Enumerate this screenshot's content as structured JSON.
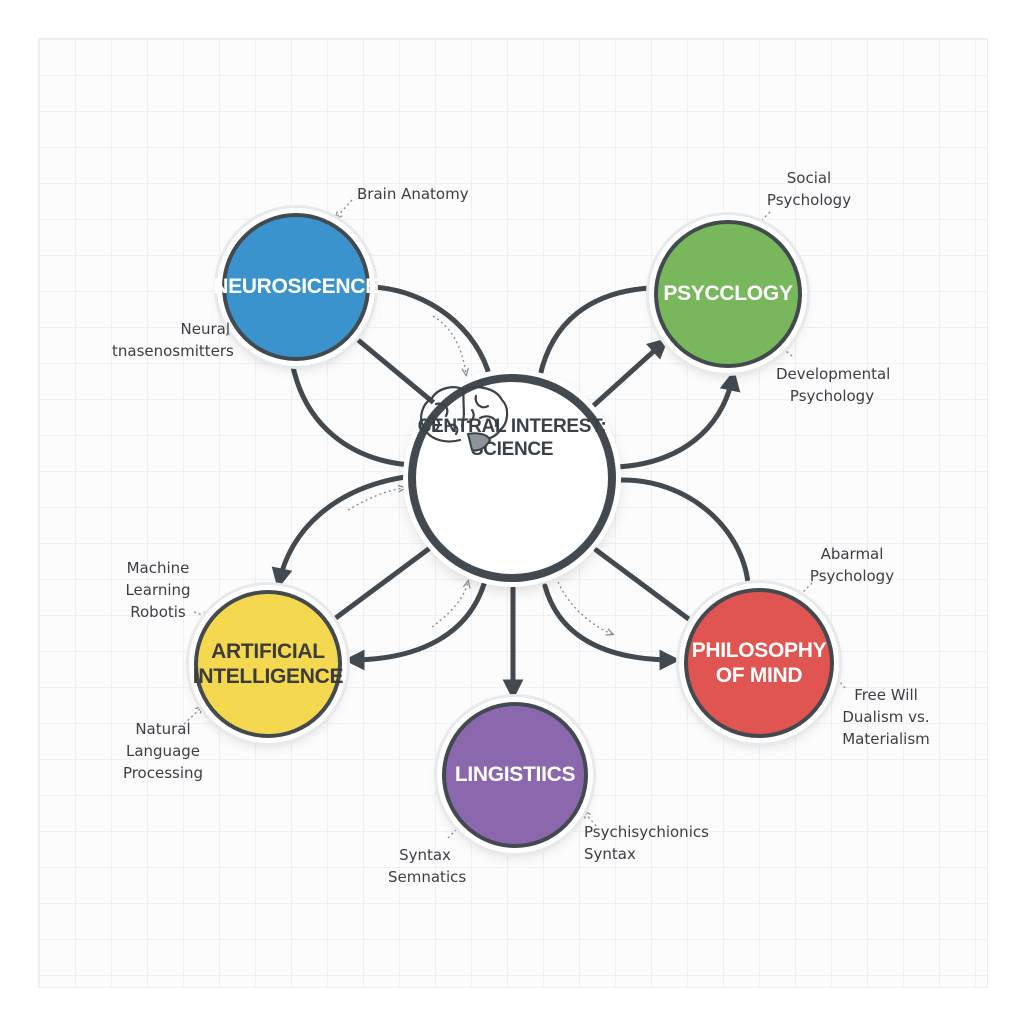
{
  "diagram": {
    "title": "Mind map of interests",
    "center": {
      "label": "CENTRAL INTEREST:\nSCIENCE",
      "icon": "brain-icon"
    },
    "nodes": {
      "neuroscience": {
        "label": "NEUROSICENCE",
        "color": "#3a93cc"
      },
      "psychology": {
        "label": "PSYCCLOGY",
        "color": "#78b75c"
      },
      "ai": {
        "label": "ARTIFICIAL\nINTELLIGENCE",
        "color": "#f4d84f"
      },
      "philosophy": {
        "label": "PHILOSOPHY\nOF MIND",
        "color": "#e05451"
      },
      "linguistics": {
        "label": "LINGISTIICS",
        "color": "#8b67ad"
      }
    },
    "annotations": {
      "brain_anatomy": "Brain Anatomy",
      "neural": "Neural\ntnasenosmitters",
      "social_psych": "Social\nPsychology",
      "developmental": "Developmental\nPsychology",
      "machine_learning": "Machine\nLearning\nRobotis",
      "natural_language": "Natural\nLanguage Processing",
      "abnormal": "Abarmal\nPsychology",
      "free_will": "Free Will\nDualism vs.\nMaterialism",
      "syntax_semantics": "Syntax\nSemnatics",
      "psycholinguistics": "Psychisychionics\nSyntax"
    },
    "colors": {
      "line": "#424a50",
      "dotted": "#8a8f94"
    }
  }
}
